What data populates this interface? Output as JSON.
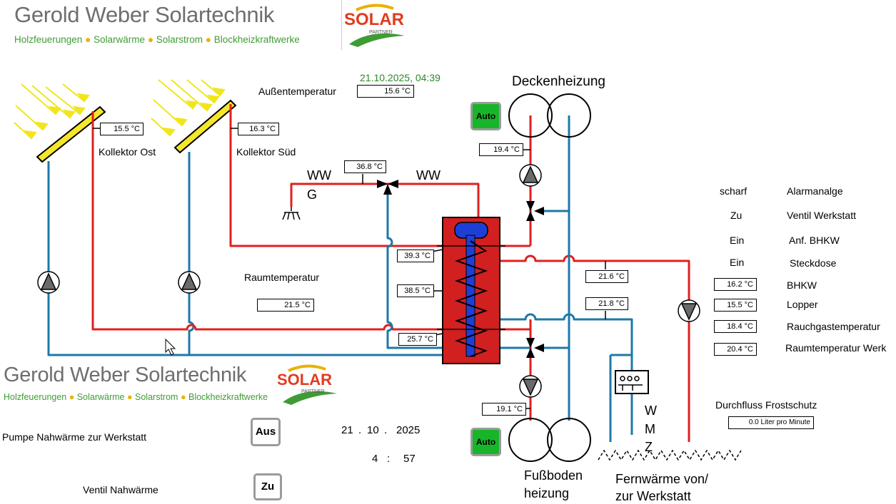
{
  "header": {
    "company": "Gerold Weber Solartechnik",
    "tagline": [
      "Holzfeuerungen",
      "Solarwärme",
      "Solarstrom",
      "Blockheizkraftwerke"
    ],
    "logo_text": "SOLAR",
    "logo_sub": "PARTNER"
  },
  "datetime": "21.10.2025,  04:39",
  "outside": {
    "label": "Außentemperatur",
    "value": "15.6 °C"
  },
  "collectors": {
    "east": {
      "label": "Kollektor Ost",
      "value": "15.5 °C"
    },
    "south": {
      "label": "Kollektor Süd",
      "value": "16.3 °C"
    }
  },
  "ww": {
    "left": "WW",
    "g": "G",
    "right": "WW",
    "value": "36.8 °C"
  },
  "storage": {
    "t1": "39.3 °C",
    "t2": "38.5 °C",
    "t3": "25.7 °C"
  },
  "room": {
    "label": "Raumtemperatur",
    "value": "21.5 °C"
  },
  "ceiling": {
    "label": "Deckenheizung",
    "auto": "Auto",
    "value": "19.4 °C"
  },
  "floor": {
    "label1": "Fußboden",
    "label2": "heizung",
    "auto": "Auto",
    "value": "19.1 °C"
  },
  "district": {
    "label1": "Fernwärme von/",
    "label2": "zur Werkstatt",
    "wmz": [
      "W",
      "M",
      "Z"
    ],
    "t_upper": "21.6 °C",
    "t_lower": "21.8 °C"
  },
  "status": [
    {
      "state": "scharf",
      "label": "Alarmanalge"
    },
    {
      "state": "Zu",
      "label": "Ventil Werkstatt"
    },
    {
      "state": "Ein",
      "label": "Anf. BHKW"
    },
    {
      "state": "Ein",
      "label": "Steckdose"
    }
  ],
  "readings": [
    {
      "value": "16.2 °C",
      "label": "BHKW"
    },
    {
      "value": "15.5 °C",
      "label": "Lopper"
    },
    {
      "value": "18.4 °C",
      "label": "Rauchgastemperatur"
    },
    {
      "value": "20.4 °C",
      "label": "Raumtemperatur Werk"
    }
  ],
  "frost": {
    "label": "Durchfluss Frostschutz",
    "value": "0.0 Liter pro Minute"
  },
  "controls": {
    "pump_label": "Pumpe  Nahwärme zur Werkstatt",
    "pump_button": "Aus",
    "valve_label": "Ventil Nahwärme",
    "valve_button": "Zu",
    "date_d": "21",
    "date_m": "10",
    "date_y": "2025",
    "time_h": "4",
    "time_m": "57"
  },
  "colors": {
    "hot": "#e02020",
    "cold": "#1e78a8",
    "brand_green": "#3f9c35",
    "brand_gray": "#6d6e70",
    "auto_green": "#18b52a"
  }
}
